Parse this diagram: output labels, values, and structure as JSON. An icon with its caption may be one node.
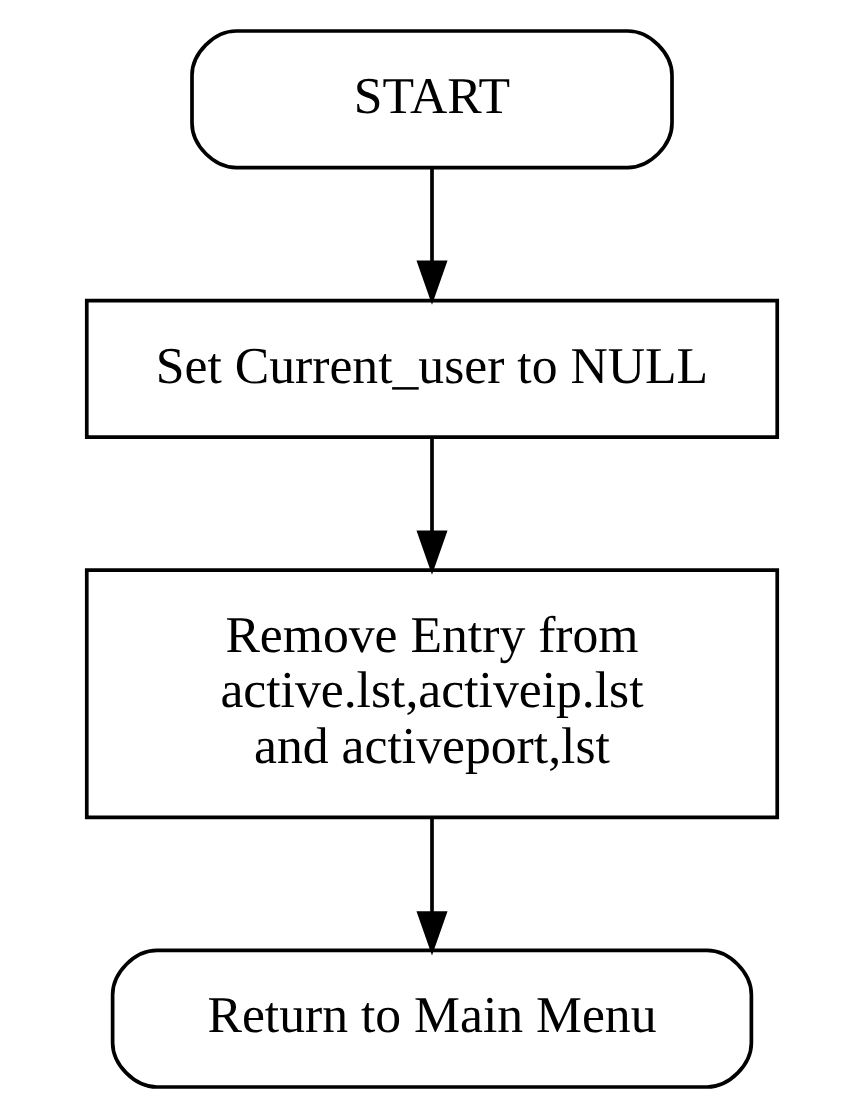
{
  "diagram": {
    "nodes": [
      {
        "text": [
          "START"
        ]
      },
      {
        "text": [
          "Set Current_user to NULL"
        ]
      },
      {
        "text": [
          "Remove Entry from active.lst,activeip.lst and activeport,lst"
        ]
      },
      {
        "text": [
          "Return to Main Menu"
        ]
      }
    ],
    "edges": [
      {
        "from": 0,
        "to": 1,
        "arrow": "to"
      },
      {
        "from": 1,
        "to": 2,
        "arrow": "to"
      },
      {
        "from": 2,
        "to": 3,
        "arrow": "to"
      }
    ]
  }
}
